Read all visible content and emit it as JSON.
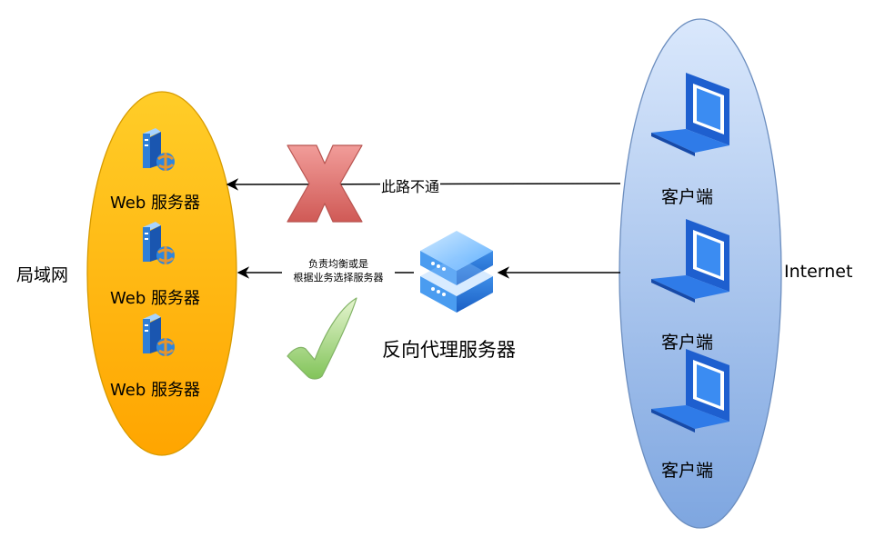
{
  "lan": {
    "label": "局域网",
    "servers": [
      {
        "label": "Web 服务器",
        "icon": "web-server-icon"
      },
      {
        "label": "Web 服务器",
        "icon": "web-server-icon"
      },
      {
        "label": "Web 服务器",
        "icon": "web-server-icon"
      }
    ]
  },
  "internet": {
    "label": "Internet",
    "clients": [
      {
        "label": "客户端",
        "icon": "laptop-icon"
      },
      {
        "label": "客户端",
        "icon": "laptop-icon"
      },
      {
        "label": "客户端",
        "icon": "laptop-icon"
      }
    ]
  },
  "proxy": {
    "label": "反向代理服务器",
    "icon": "proxy-server-icon"
  },
  "edges": {
    "blocked": {
      "label": "此路不通",
      "icon": "red-x-icon"
    },
    "allowed": {
      "label_line1": "负责均衡或是",
      "label_line2": "根据业务选择服务器",
      "icon": "green-check-icon"
    }
  },
  "colors": {
    "lan_fill_top": "#ffcd28",
    "lan_fill_bottom": "#ffa500",
    "lan_stroke": "#d79b00",
    "internet_fill_top": "#dae8fc",
    "internet_fill_bottom": "#7ea6e0",
    "internet_stroke": "#6c8ebf"
  }
}
